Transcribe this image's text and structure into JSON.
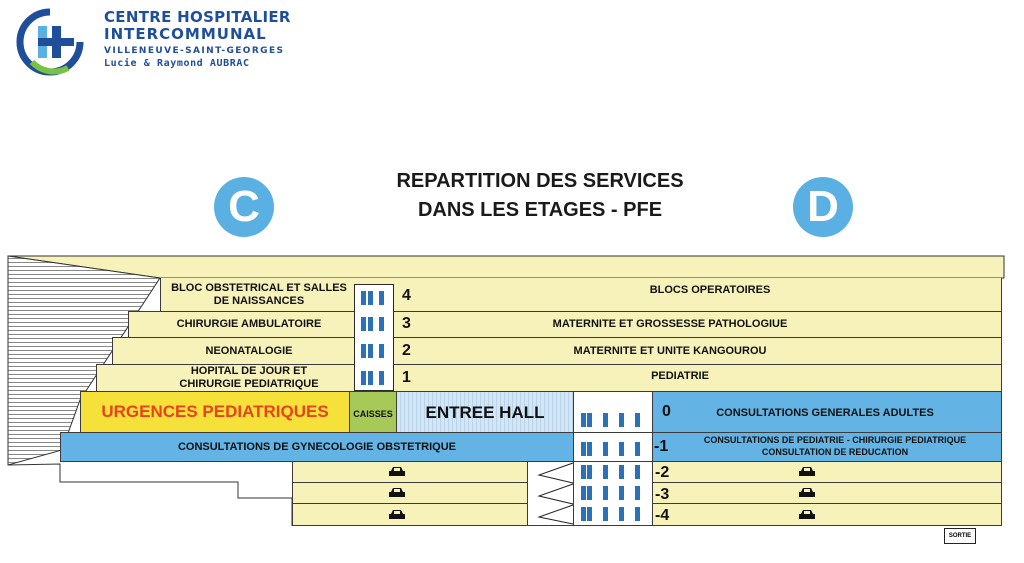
{
  "logo": {
    "line1": "CENTRE HOSPITALIER",
    "line2": "INTERCOMMUNAL",
    "line3": "VILLENEUVE-SAINT-GEORGES",
    "line4": "Lucie & Raymond AUBRAC"
  },
  "title": {
    "line1": "REPARTITION DES SERVICES",
    "line2": "DANS LES ETAGES - PFE"
  },
  "wings": {
    "left": "C",
    "right": "D"
  },
  "floors_upper": [
    {
      "level": "4",
      "left": "BLOC OBSTETRICAL ET SALLES DE NAISSANCES",
      "right": "BLOCS OPERATOIRES"
    },
    {
      "level": "3",
      "left": "CHIRURGIE AMBULATOIRE",
      "right": "MATERNITE ET GROSSESSE PATHOLOGIUE"
    },
    {
      "level": "2",
      "left": "NEONATALOGIE",
      "right": "MATERNITE ET UNITE KANGOUROU"
    },
    {
      "level": "1",
      "left": "HOPITAL DE JOUR ET CHIRURGIE PEDIATRIQUE",
      "right": "PEDIATRIE"
    }
  ],
  "floor0": {
    "level": "0",
    "urgences": "URGENCES PEDIATRIQUES",
    "caisses": "CAISSES",
    "entree": "ENTREE HALL",
    "right": "CONSULTATIONS GENERALES ADULTES"
  },
  "floor_m1": {
    "level": "-1",
    "left": "CONSULTATIONS DE GYNECOLOGIE OBSTETRIQUE",
    "right_line1": "CONSULTATIONS DE PEDIATRIE - CHIRURGIE PEDIATRIQUE",
    "right_line2": "CONSULTATION DE REDUCATION"
  },
  "parking": [
    {
      "level": "-2"
    },
    {
      "level": "-3"
    },
    {
      "level": "-4"
    }
  ],
  "sortie": "SORTIE",
  "colors": {
    "yellow": "#f7f1ba",
    "blue": "#63b4e4",
    "urgences_bg": "#f6e13a",
    "urgences_text": "#e8431f",
    "caisses_bg": "#a7c957",
    "circle": "#5ab0e3"
  }
}
